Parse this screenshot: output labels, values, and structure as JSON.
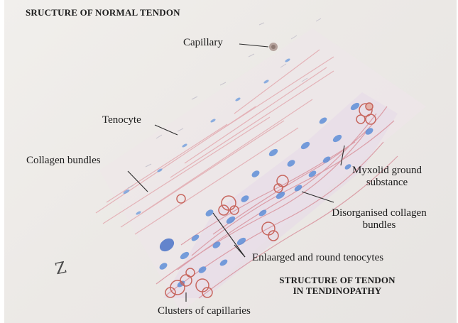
{
  "diagram": {
    "normal_heading": "SRUCTURE OF NORMAL TENDON",
    "pathology_heading": [
      "STRUCTURE OF TENDON",
      "IN TENDINOPATHY"
    ],
    "labels": {
      "capillary": "Capillary",
      "tenocyte": "Tenocyte",
      "collagen_bundles": "Collagen bundles",
      "myxoid": [
        "Myxolid ground",
        "substance"
      ],
      "disorganised": [
        "Disorganised collagen",
        "bundles"
      ],
      "enlarged_tenocytes": "Enlaarged and round tenocytes",
      "clusters": "Clusters of capillaries"
    },
    "signature": "Z",
    "colors": {
      "paper": "#ece9e6",
      "collagen_pink": "#e0a2a8",
      "tenocyte_blue": "#5f8fd8",
      "capillary_red": "#c7665e",
      "ink": "#1c1c1c"
    }
  }
}
